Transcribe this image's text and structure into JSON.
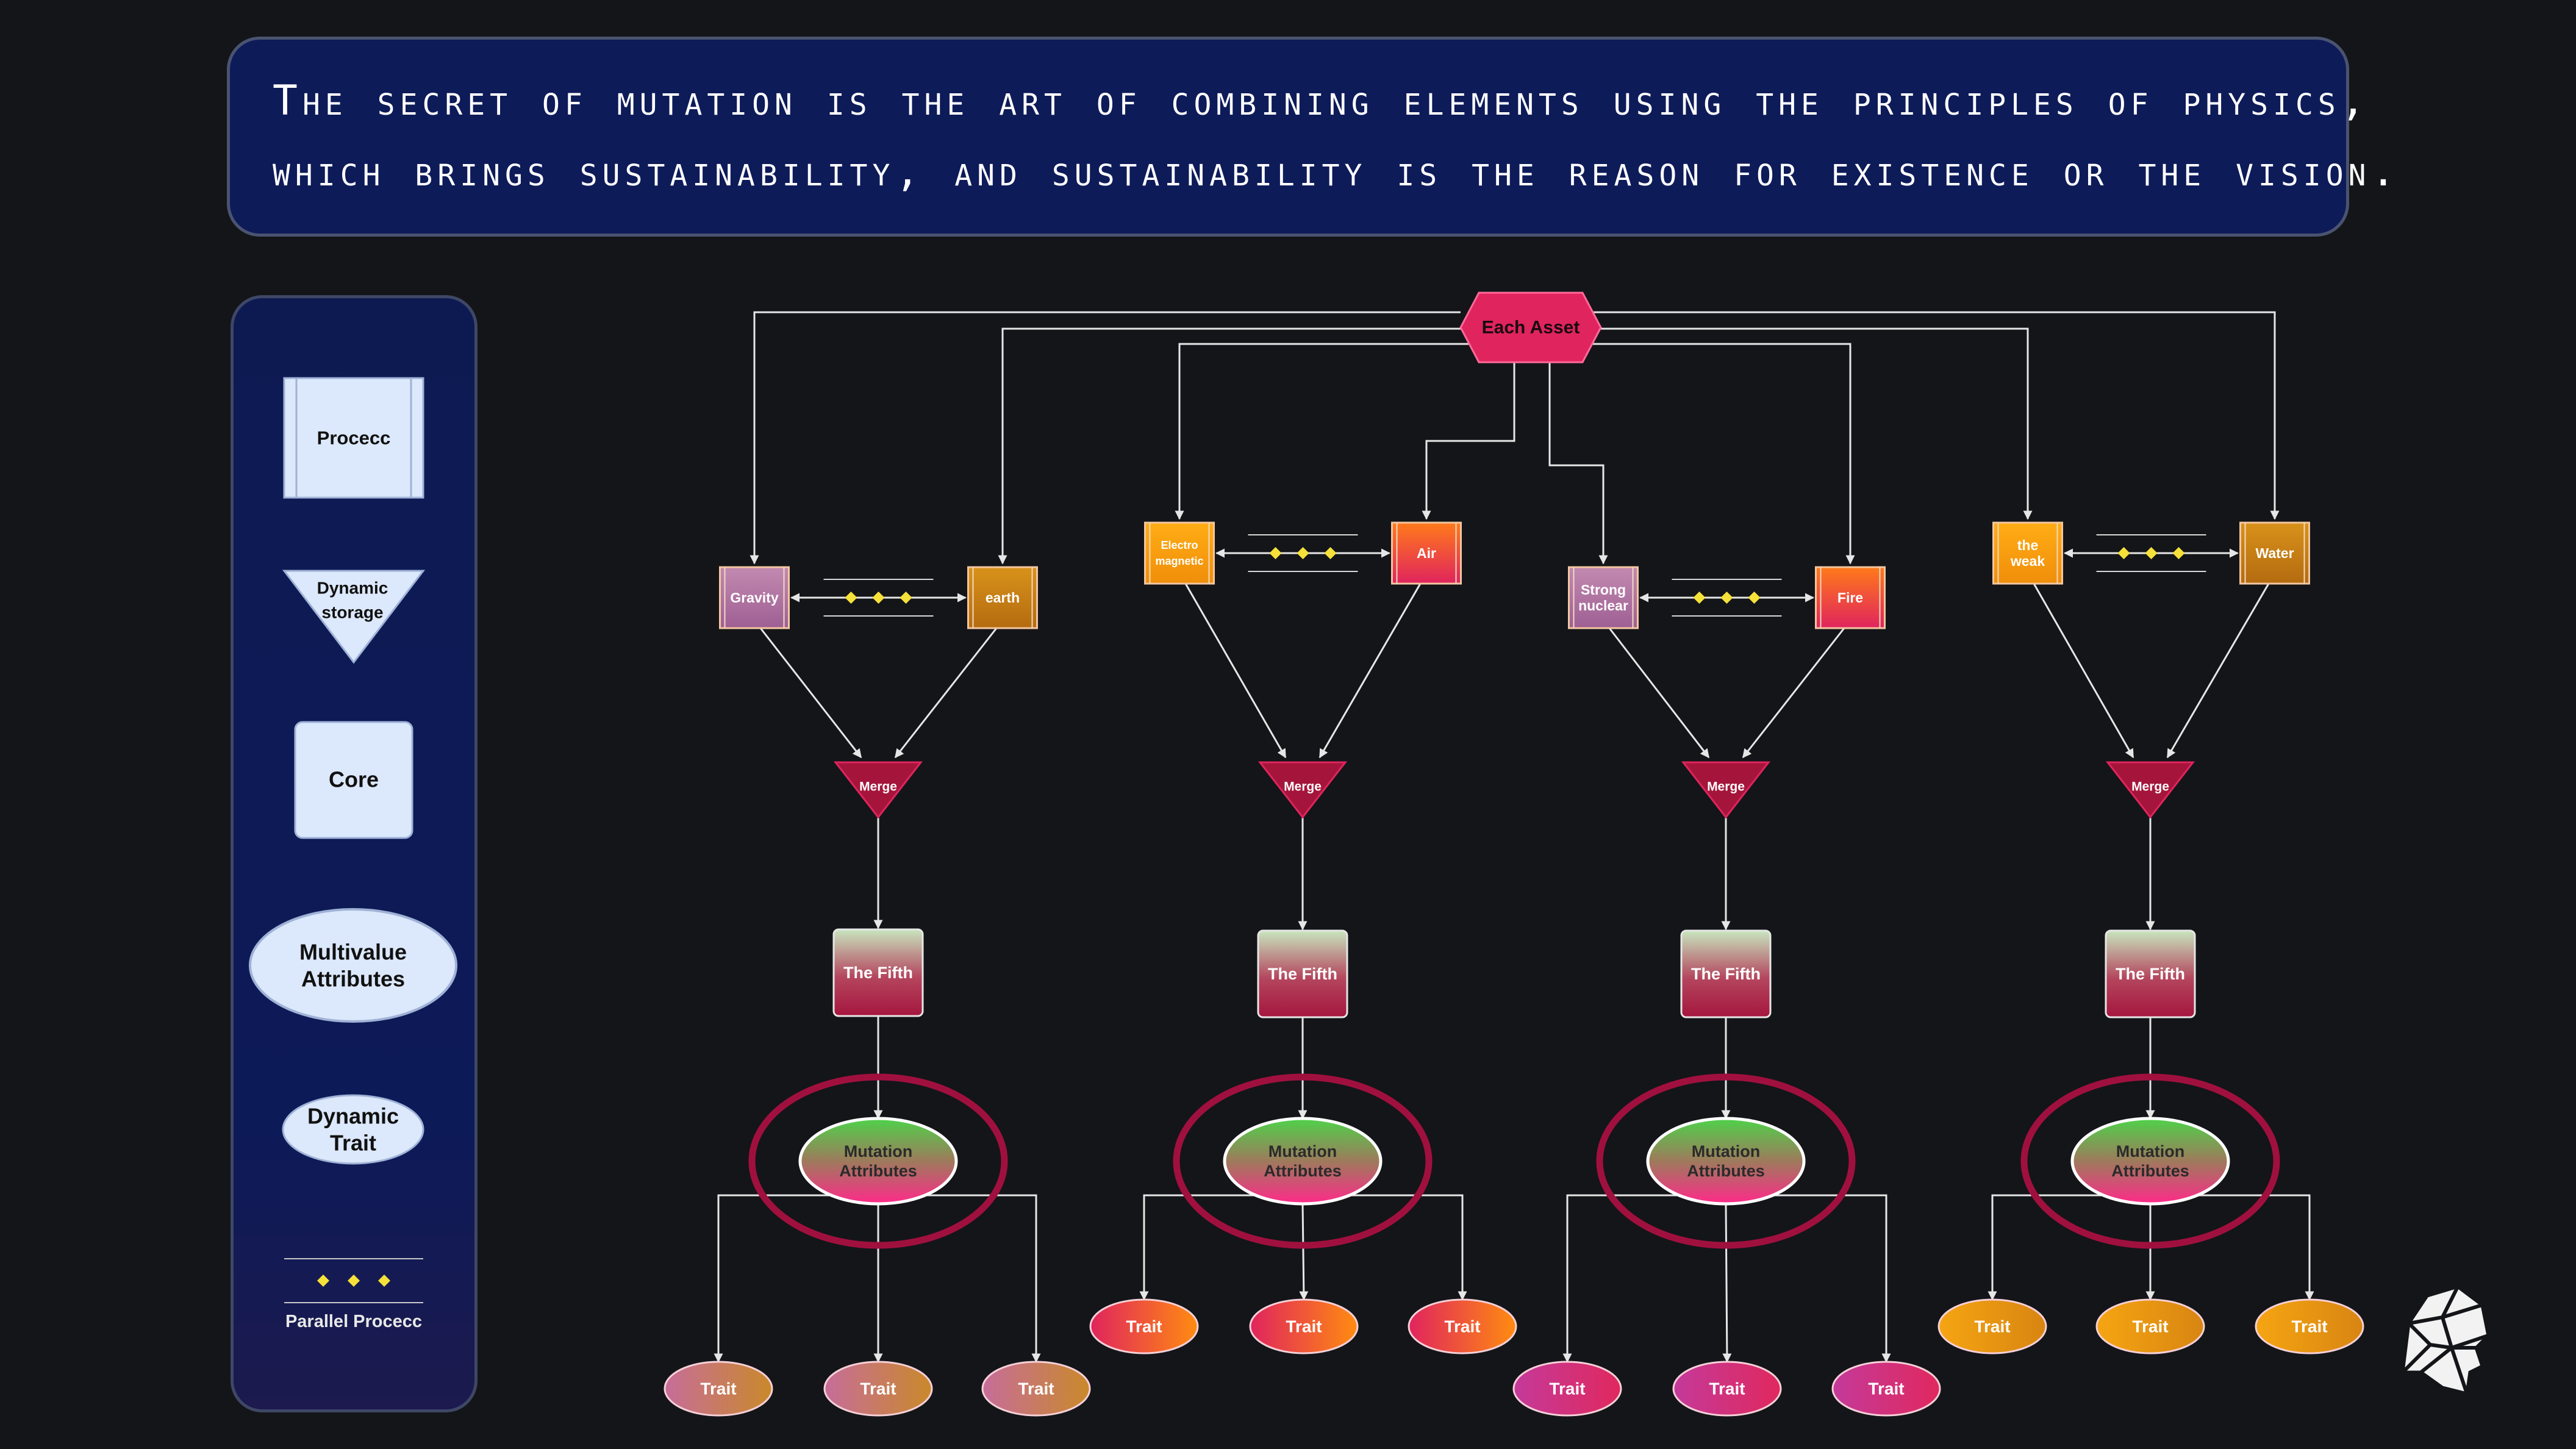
{
  "banner": {
    "line1": "The secret of mutation is the art of combining elements using the principles of physics,",
    "line2": "which brings sustainability, and sustainability is the reason for existence or the vision."
  },
  "legend": {
    "process": "Procecc",
    "dynamic_storage": [
      "Dynamic",
      "storage"
    ],
    "core": "Core",
    "multivalue": [
      "Multivalue",
      "Attributes"
    ],
    "dynamic_trait": [
      "Dynamic",
      "Trait"
    ],
    "parallel": "Parallel Procecc"
  },
  "root": "Each Asset",
  "groups": [
    {
      "left": {
        "label": [
          "Gravity"
        ],
        "type": "core"
      },
      "right": {
        "label": [
          "earth"
        ],
        "type": "amber"
      },
      "merge": "Merge",
      "fifth": "The Fifth",
      "mutation": [
        "Mutation",
        "Attributes"
      ],
      "traits": [
        "Trait",
        "Trait",
        "Trait"
      ],
      "trait_style": "rose-gold"
    },
    {
      "left": {
        "label": [
          "Electro",
          "magnetic"
        ],
        "type": "orange"
      },
      "right": {
        "label": [
          "Air"
        ],
        "type": "hot"
      },
      "merge": "Merge",
      "fifth": "The Fifth",
      "mutation": [
        "Mutation",
        "Attributes"
      ],
      "traits": [
        "Trait",
        "Trait",
        "Trait"
      ],
      "trait_style": "fire"
    },
    {
      "left": {
        "label": [
          "Strong",
          "nuclear"
        ],
        "type": "core"
      },
      "right": {
        "label": [
          "Fire"
        ],
        "type": "hot"
      },
      "merge": "Merge",
      "fifth": "The Fifth",
      "mutation": [
        "Mutation",
        "Attributes"
      ],
      "traits": [
        "Trait",
        "Trait",
        "Trait"
      ],
      "trait_style": "magenta"
    },
    {
      "left": {
        "label": [
          "the",
          "weak"
        ],
        "type": "orange"
      },
      "right": {
        "label": [
          "Water"
        ],
        "type": "amber"
      },
      "merge": "Merge",
      "fifth": "The Fifth",
      "mutation": [
        "Mutation",
        "Attributes"
      ],
      "traits": [
        "Trait",
        "Trait",
        "Trait"
      ],
      "trait_style": "gold"
    }
  ],
  "colors": {
    "background": "#141518",
    "banner": "#0e1b59",
    "legend_panel": "#0d1a55",
    "root_hex": "#e0245e",
    "merge": "#a5153b",
    "highlight_ring": "#a0103f",
    "connector": "#e6e6e6",
    "parallel_dots": "#f5e13a"
  },
  "logo_icon": "geometric-head-icon"
}
